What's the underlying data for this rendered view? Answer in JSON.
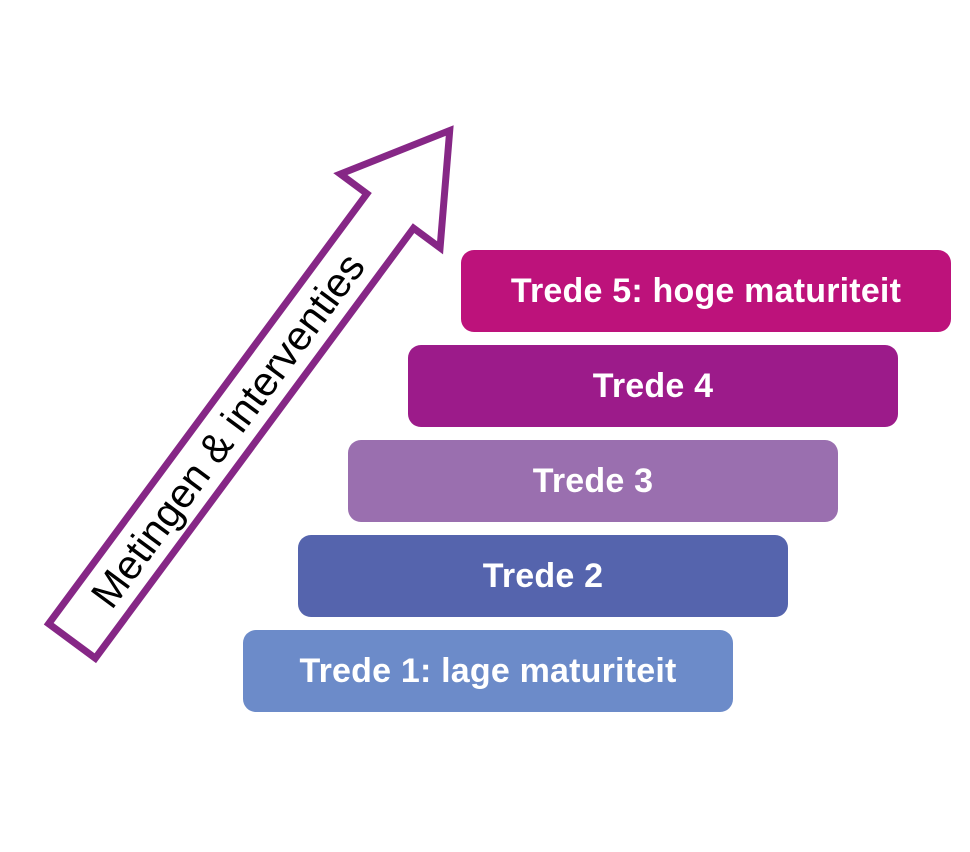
{
  "diagram": {
    "arrow": {
      "label": "Metingen & interventies"
    },
    "steps": [
      {
        "id": 5,
        "label": "Trede 5: hoge maturiteit",
        "color": "#BD127B"
      },
      {
        "id": 4,
        "label": "Trede 4",
        "color": "#9C1B8A"
      },
      {
        "id": 3,
        "label": "Trede 3",
        "color": "#9A6FAF"
      },
      {
        "id": 2,
        "label": "Trede 2",
        "color": "#5564AD"
      },
      {
        "id": 1,
        "label": "Trede 1: lage maturiteit",
        "color": "#6C8BC9"
      }
    ],
    "colors": {
      "arrow_outline": "#862786",
      "arrow_fill": "#FFFFFF",
      "arrow_text": "#000000",
      "step_text": "#FFFFFF",
      "background": "#FFFFFF"
    }
  }
}
